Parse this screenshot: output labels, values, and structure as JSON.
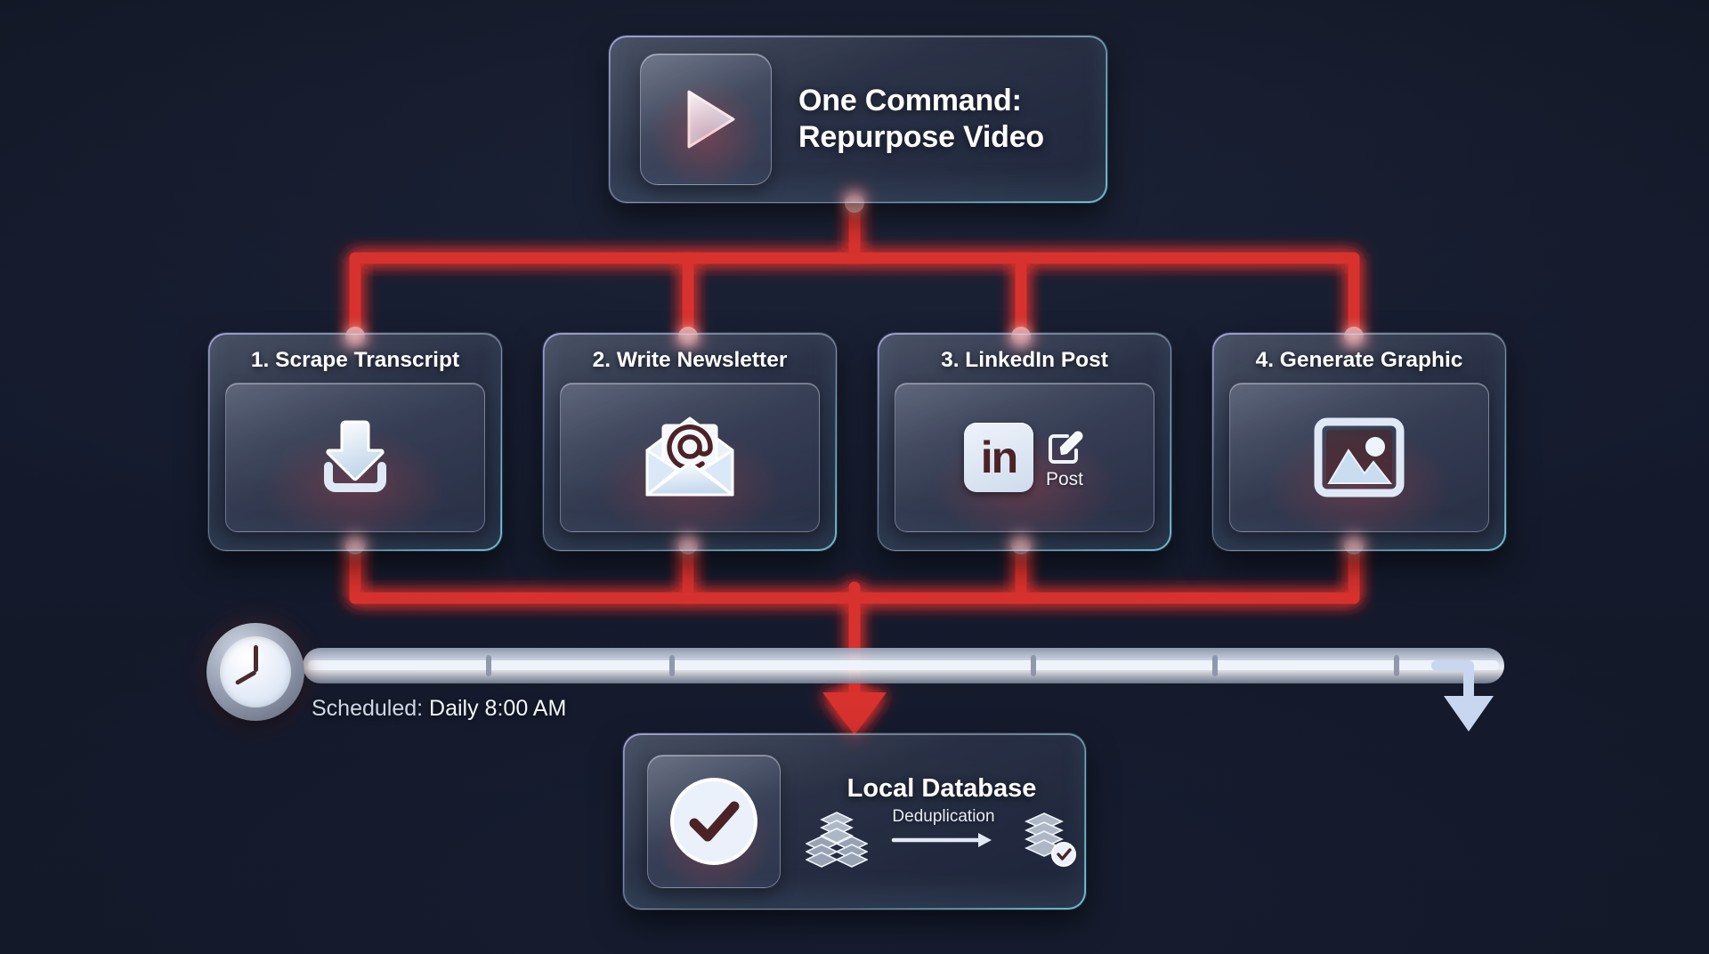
{
  "theme": {
    "background": "#131828",
    "wire_color": "#d8322f",
    "wire_node_color": "#f7aaa8",
    "card_rim_cyan": "#78e1f0",
    "card_rim_violet": "#beafff",
    "text_primary": "#ffffff",
    "text_secondary": "#cfd7e6"
  },
  "top_card": {
    "icon": "play-icon",
    "title_line1": "One Command:",
    "title_line2": "Repurpose Video"
  },
  "steps": [
    {
      "title": "1. Scrape Transcript",
      "icon": "download-icon"
    },
    {
      "title": "2. Write Newsletter",
      "icon": "email-at-icon"
    },
    {
      "title": "3. LinkedIn Post",
      "icon": "linkedin-icon",
      "badge_text": "in",
      "sub_icon": "compose-icon",
      "sub_label": "Post"
    },
    {
      "title": "4. Generate Graphic",
      "icon": "image-icon"
    }
  ],
  "timeline": {
    "clock_icon": "clock-icon",
    "schedule_prefix": "Scheduled: ",
    "schedule_value": "Daily 8:00 AM",
    "tick_count": 6,
    "end_icon": "arrow-down-icon"
  },
  "database_card": {
    "status_icon": "check-circle-icon",
    "title": "Local Database",
    "dedup_label": "Deduplication",
    "source_icon": "database-stacks-icon",
    "arrow_icon": "arrow-right-icon",
    "result_icon": "database-checked-icon"
  }
}
